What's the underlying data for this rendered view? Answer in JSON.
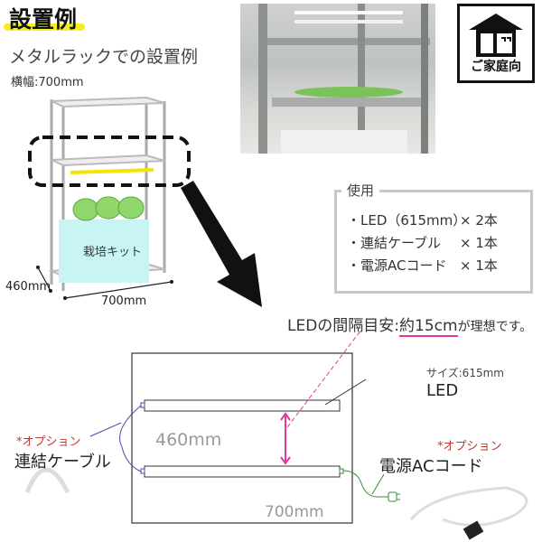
{
  "header": {
    "title": "設置例",
    "subtitle": "メタルラックでの設置例",
    "width_note": "横幅:700mm"
  },
  "rack_illustration": {
    "kit_label": "栽培キット",
    "depth_label": "460mm",
    "width_label": "700mm"
  },
  "badge": {
    "label": "ご家庭向"
  },
  "usage_box": {
    "title": "使用",
    "items": [
      {
        "name": "・LED（615mm）",
        "qty": "× 2本"
      },
      {
        "name": "・連結ケーブル",
        "qty": "× 1本"
      },
      {
        "name": "・電源ACコード",
        "qty": "× 1本"
      }
    ]
  },
  "spacing_note": {
    "prefix": "LEDの間隔目安:",
    "highlight": "約15cm",
    "suffix": "が理想です。"
  },
  "diagram": {
    "led_size": "サイズ:615mm",
    "led_label": "LED",
    "height_label": "460mm",
    "width_label": "700mm",
    "left_option": {
      "tag": "*オプション",
      "label": "連結ケーブル"
    },
    "right_option": {
      "tag": "*オプション",
      "label": "電源ACコード"
    }
  },
  "colors": {
    "highlight": "#f5ee20",
    "accent": "#e23a9b",
    "option": "#c0392b",
    "cable": "#4a4aa8",
    "cord": "#3a8a3a",
    "kit": "#c8f4f4"
  }
}
